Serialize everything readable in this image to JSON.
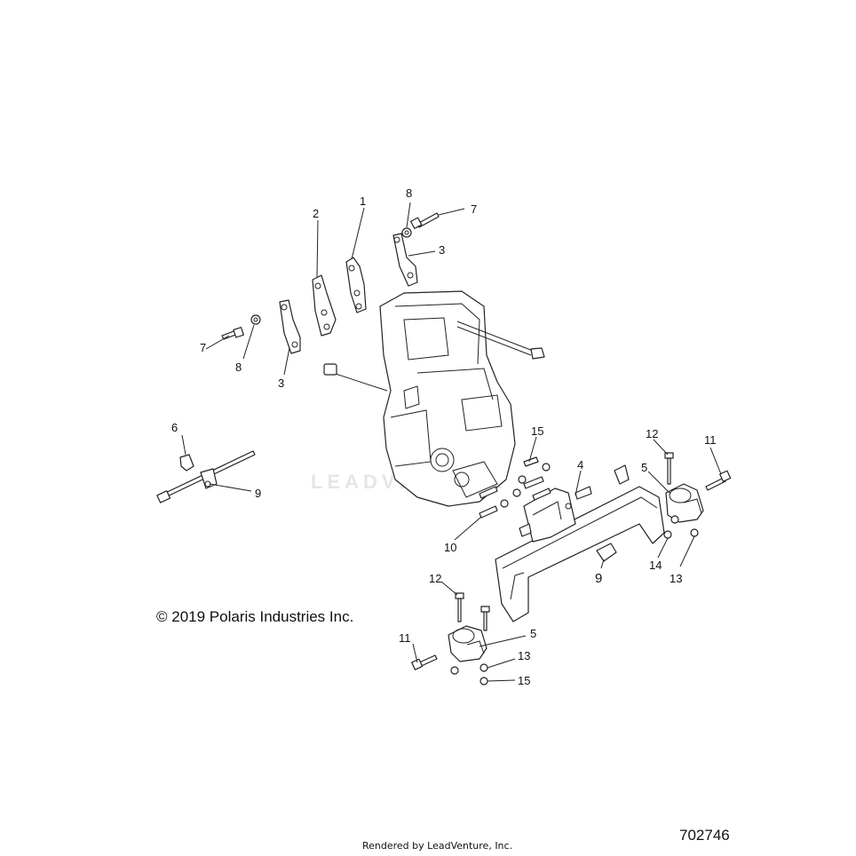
{
  "copyright": "© 2019 Polaris Industries Inc.",
  "drawing_number": "702746",
  "rendered_by": "Rendered by LeadVenture, Inc.",
  "watermark": "LEADVENTURE",
  "callouts": [
    {
      "id": "c1",
      "label": "1"
    },
    {
      "id": "c2",
      "label": "2"
    },
    {
      "id": "c3a",
      "label": "3"
    },
    {
      "id": "c3b",
      "label": "3"
    },
    {
      "id": "c4",
      "label": "4"
    },
    {
      "id": "c5a",
      "label": "5"
    },
    {
      "id": "c5b",
      "label": "5"
    },
    {
      "id": "c6",
      "label": "6"
    },
    {
      "id": "c7a",
      "label": "7"
    },
    {
      "id": "c7b",
      "label": "7"
    },
    {
      "id": "c8a",
      "label": "8"
    },
    {
      "id": "c8b",
      "label": "8"
    },
    {
      "id": "c9a",
      "label": "9"
    },
    {
      "id": "c9b",
      "label": "9"
    },
    {
      "id": "c10",
      "label": "10"
    },
    {
      "id": "c11a",
      "label": "11"
    },
    {
      "id": "c11b",
      "label": "11"
    },
    {
      "id": "c12a",
      "label": "12"
    },
    {
      "id": "c12b",
      "label": "12"
    },
    {
      "id": "c13a",
      "label": "13"
    },
    {
      "id": "c13b",
      "label": "13"
    },
    {
      "id": "c14",
      "label": "14"
    },
    {
      "id": "c15a",
      "label": "15"
    },
    {
      "id": "c15b",
      "label": "15"
    }
  ]
}
